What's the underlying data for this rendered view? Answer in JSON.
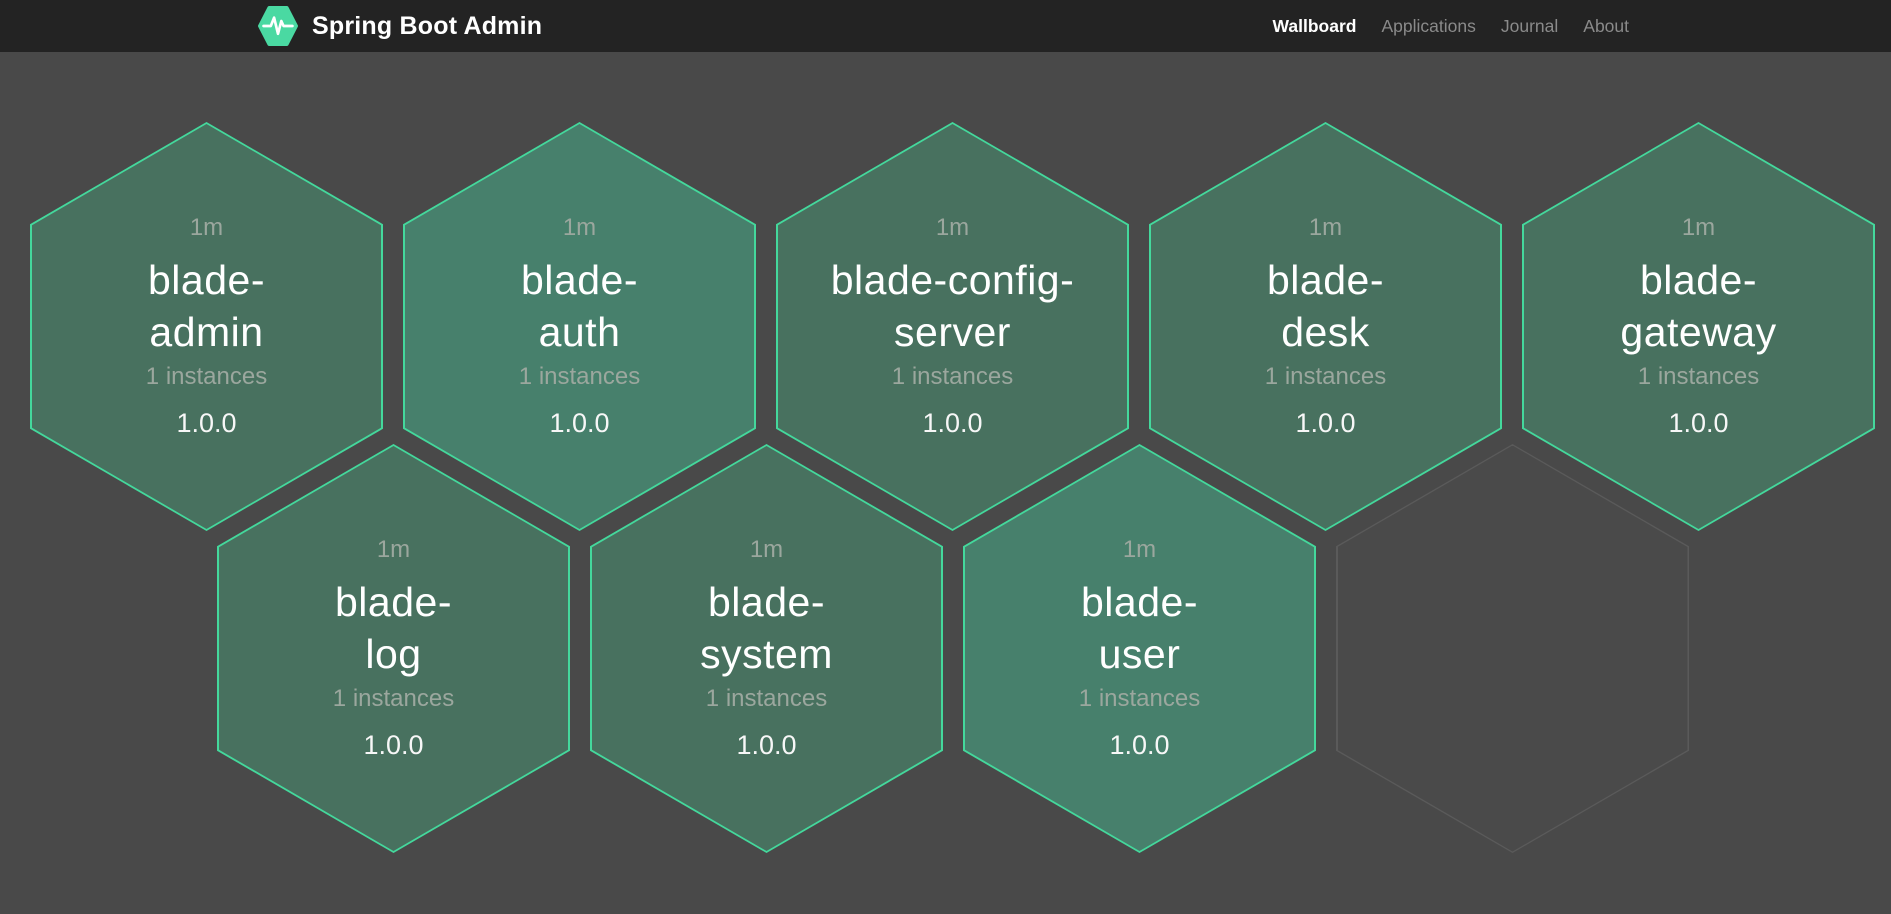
{
  "header": {
    "title": "Spring Boot Admin",
    "nav": [
      {
        "label": "Wallboard",
        "active": true
      },
      {
        "label": "Applications",
        "active": false
      },
      {
        "label": "Journal",
        "active": false
      },
      {
        "label": "About",
        "active": false
      }
    ]
  },
  "wallboard": {
    "apps": [
      {
        "name": "blade-admin",
        "name_lines": [
          "blade-",
          "admin"
        ],
        "uptime": "1m",
        "instances": "1 instances",
        "version": "1.0.0",
        "highlighted": false
      },
      {
        "name": "blade-auth",
        "name_lines": [
          "blade-",
          "auth"
        ],
        "uptime": "1m",
        "instances": "1 instances",
        "version": "1.0.0",
        "highlighted": true
      },
      {
        "name": "blade-config-server",
        "name_lines": [
          "blade-config-",
          "server"
        ],
        "uptime": "1m",
        "instances": "1 instances",
        "version": "1.0.0",
        "highlighted": false
      },
      {
        "name": "blade-desk",
        "name_lines": [
          "blade-",
          "desk"
        ],
        "uptime": "1m",
        "instances": "1 instances",
        "version": "1.0.0",
        "highlighted": false
      },
      {
        "name": "blade-gateway",
        "name_lines": [
          "blade-",
          "gateway"
        ],
        "uptime": "1m",
        "instances": "1 instances",
        "version": "1.0.0",
        "highlighted": false
      },
      {
        "name": "blade-log",
        "name_lines": [
          "blade-",
          "log"
        ],
        "uptime": "1m",
        "instances": "1 instances",
        "version": "1.0.0",
        "highlighted": false
      },
      {
        "name": "blade-system",
        "name_lines": [
          "blade-",
          "system"
        ],
        "uptime": "1m",
        "instances": "1 instances",
        "version": "1.0.0",
        "highlighted": false
      },
      {
        "name": "blade-user",
        "name_lines": [
          "blade-",
          "user"
        ],
        "uptime": "1m",
        "instances": "1 instances",
        "version": "1.0.0",
        "highlighted": true
      }
    ],
    "empty_placeholder": true
  },
  "icons": {
    "logo": "pulse-hexagon-icon"
  },
  "colors": {
    "brand_green": "#44d89c",
    "logo_green": "#4ad9a2",
    "hex_fill": "#48715f",
    "hex_fill_bright": "#47806c",
    "hex_border": "#44d89c",
    "empty_hex_border": "#5a5a5a",
    "empty_hex_fill": "#4a4a4a",
    "page_background": "#494949",
    "header_background": "#232323",
    "muted_text": "#9ba79e",
    "inactive_nav": "#8a8a8a"
  }
}
